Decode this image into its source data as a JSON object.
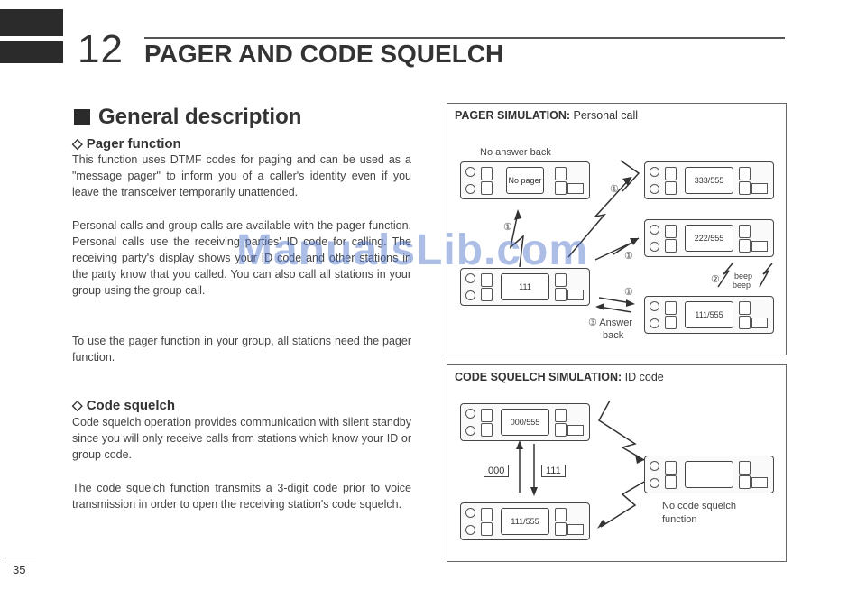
{
  "header": {
    "chapter_number": "12",
    "chapter_title": "PAGER AND CODE SQUELCH"
  },
  "section": {
    "title": "General description"
  },
  "pager_function": {
    "heading": "◇ Pager function",
    "p1": "This function uses DTMF codes for paging and can be used as a \"message pager\" to inform you of a caller's identity even if you leave the transceiver temporarily unattended.",
    "p2": "Personal calls and group calls are available with the pager function. Personal calls use the receiving parties' ID code for calling. The receiving party's display shows your ID code and other stations in the party know that you called. You can also call all stations in your group using the group call.",
    "p3": "To use the pager function in your group, all stations need the pager function."
  },
  "code_squelch": {
    "heading": "◇ Code squelch",
    "p1": "Code squelch operation provides communication with silent standby since you will only receive calls from stations which know your ID or group code.",
    "p2": "The code squelch function transmits a 3-digit code prior to voice transmission in order to open the receiving station's code squelch."
  },
  "pager_panel": {
    "title_bold": "PAGER SIMULATION:",
    "title_rest": " Personal call",
    "no_answer_label": "No answer back",
    "radio_no_pager": "No pager",
    "radio_tx": "111",
    "radio_a": "333/555",
    "radio_b": "222/555",
    "radio_c": "111/555",
    "step1": "①",
    "step2": "②",
    "step3": "③ Answer",
    "back": "back",
    "beep1": "beep",
    "beep2": "beep"
  },
  "squelch_panel": {
    "title_bold": "CODE SQUELCH SIMULATION:",
    "title_rest": " ID code",
    "radio_top": "000/555",
    "radio_bottom": "111/555",
    "code_a": "000",
    "code_b": "111",
    "no_squelch_line1": "No code squelch",
    "no_squelch_line2": "function"
  },
  "footer": {
    "page_number": "35"
  },
  "watermark": {
    "text": "ManualsLib.com"
  }
}
